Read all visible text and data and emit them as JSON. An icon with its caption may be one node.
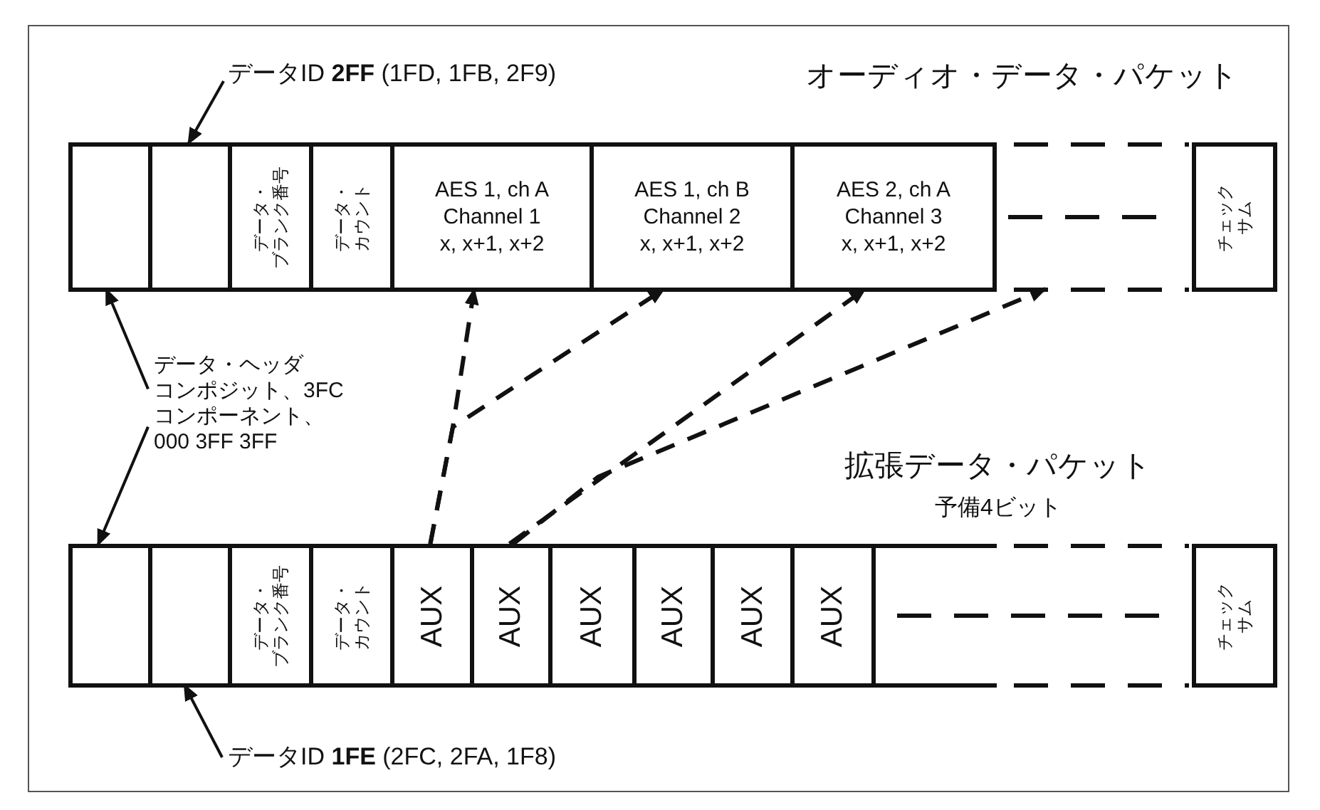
{
  "diagram": {
    "nodes": [
      {
        "text": [
          "データID **2FF** (1FD, 1FB, 2F9)"
        ]
      },
      {
        "text": [],
        "shape": "box"
      },
      {
        "text": [],
        "shape": "box"
      },
      {
        "text": [
          "データ・",
          "ブランク番号"
        ]
      },
      {
        "text": [
          "データ・",
          "カウント"
        ]
      },
      {
        "text": [
          "AES 1, ch A",
          "Channel 1",
          "x, x+1, x+2"
        ]
      },
      {
        "text": [
          "AES 1, ch B",
          "Channel 2",
          "x, x+1, x+2"
        ]
      },
      {
        "text": [
          "AES 2, ch A",
          "Channel 3",
          "x, x+1, x+2"
        ]
      },
      {
        "text": [],
        "shape": "box"
      },
      {
        "text": [
          "チェック",
          "サム"
        ]
      },
      {
        "text": [],
        "shape": "box"
      },
      {
        "text": [],
        "shape": "box"
      },
      {
        "text": [
          "データ・",
          "ブランク番号"
        ]
      },
      {
        "text": [
          "データ・",
          "カウント"
        ]
      },
      {
        "text": [
          "AUX"
        ]
      },
      {
        "text": [
          "AUX"
        ]
      },
      {
        "text": [
          "AUX"
        ]
      },
      {
        "text": [
          "AUX"
        ]
      },
      {
        "text": [
          "AUX"
        ]
      },
      {
        "text": [
          "AUX"
        ]
      },
      {
        "text": [],
        "shape": "box"
      },
      {
        "text": [
          "チェック",
          "サム"
        ]
      },
      {
        "text": [
          "データ・ヘッダ",
          "コンポジット、3FC",
          "コンポーネント、",
          "000 3FF 3FF"
        ]
      },
      {
        "text": [
          "データID **1FE** (2FC, 2FA, 1F8)"
        ]
      }
    ],
    "edges": [
      {
        "from": 0,
        "to": 2,
        "arrow": "to"
      },
      {
        "from": 22,
        "to": 1,
        "arrow": "to"
      },
      {
        "from": 22,
        "to": 10,
        "arrow": "to"
      },
      {
        "from": 23,
        "to": 11,
        "arrow": "to"
      },
      {
        "from": 14,
        "to": 5,
        "arrow": "to",
        "style": "dashed"
      },
      {
        "from": 14,
        "to": 6,
        "arrow": "to",
        "style": "dashed"
      },
      {
        "from": 15,
        "to": 7,
        "arrow": "to",
        "style": "dashed"
      },
      {
        "from": 15,
        "to": 8,
        "arrow": "to",
        "style": "dashed"
      }
    ],
    "labels": [
      "オーディオ・データ・パケット",
      "拡張データ・パケット",
      "予備4ビット"
    ]
  }
}
